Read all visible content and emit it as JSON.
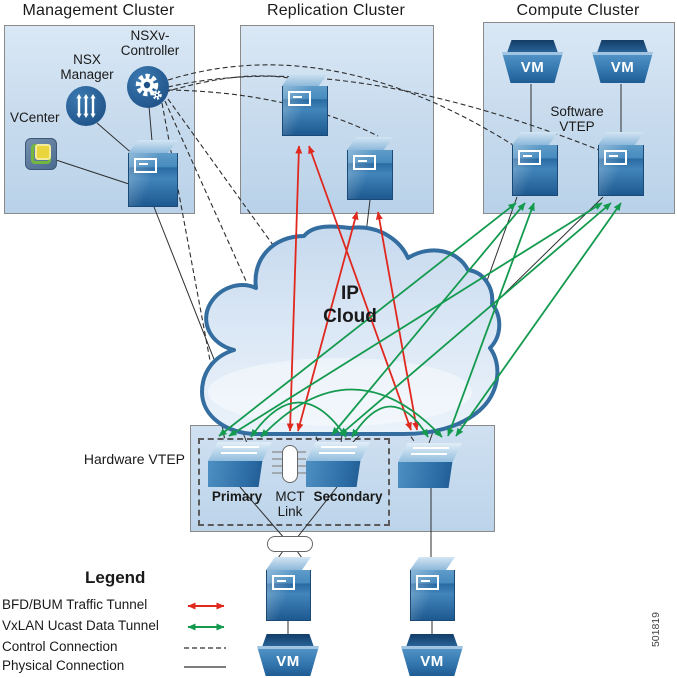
{
  "colors": {
    "red": "#e0281e",
    "green": "#149a4e",
    "line": "#2e2e2e",
    "cloud-stroke": "#346d9f",
    "box-border": "#8a8a8a"
  },
  "titles": {
    "management": "Management Cluster",
    "replication": "Replication Cluster",
    "compute": "Compute Cluster"
  },
  "management": {
    "nsxv_controller": "NSXv-\nController",
    "nsx_manager": "NSX\nManager",
    "vcenter": "VCenter"
  },
  "compute": {
    "software_vtep": "Software\nVTEP",
    "vm1": "VM",
    "vm2": "VM"
  },
  "cloud": {
    "label": "IP\nCloud"
  },
  "hardware_vtep": {
    "label": "Hardware VTEP",
    "primary": "Primary",
    "mct_link": "MCT\nLink",
    "secondary": "Secondary"
  },
  "bottom": {
    "vm_left": "VM",
    "vm_right": "VM"
  },
  "legend": {
    "title": "Legend",
    "items": [
      {
        "label": "BFD/BUM Traffic Tunnel",
        "style": "red-arrow"
      },
      {
        "label": "VxLAN Ucast Data Tunnel",
        "style": "green-arrow"
      },
      {
        "label": "Control Connection",
        "style": "dashed"
      },
      {
        "label": "Physical Connection",
        "style": "solid"
      }
    ]
  },
  "figure_id": "501819"
}
